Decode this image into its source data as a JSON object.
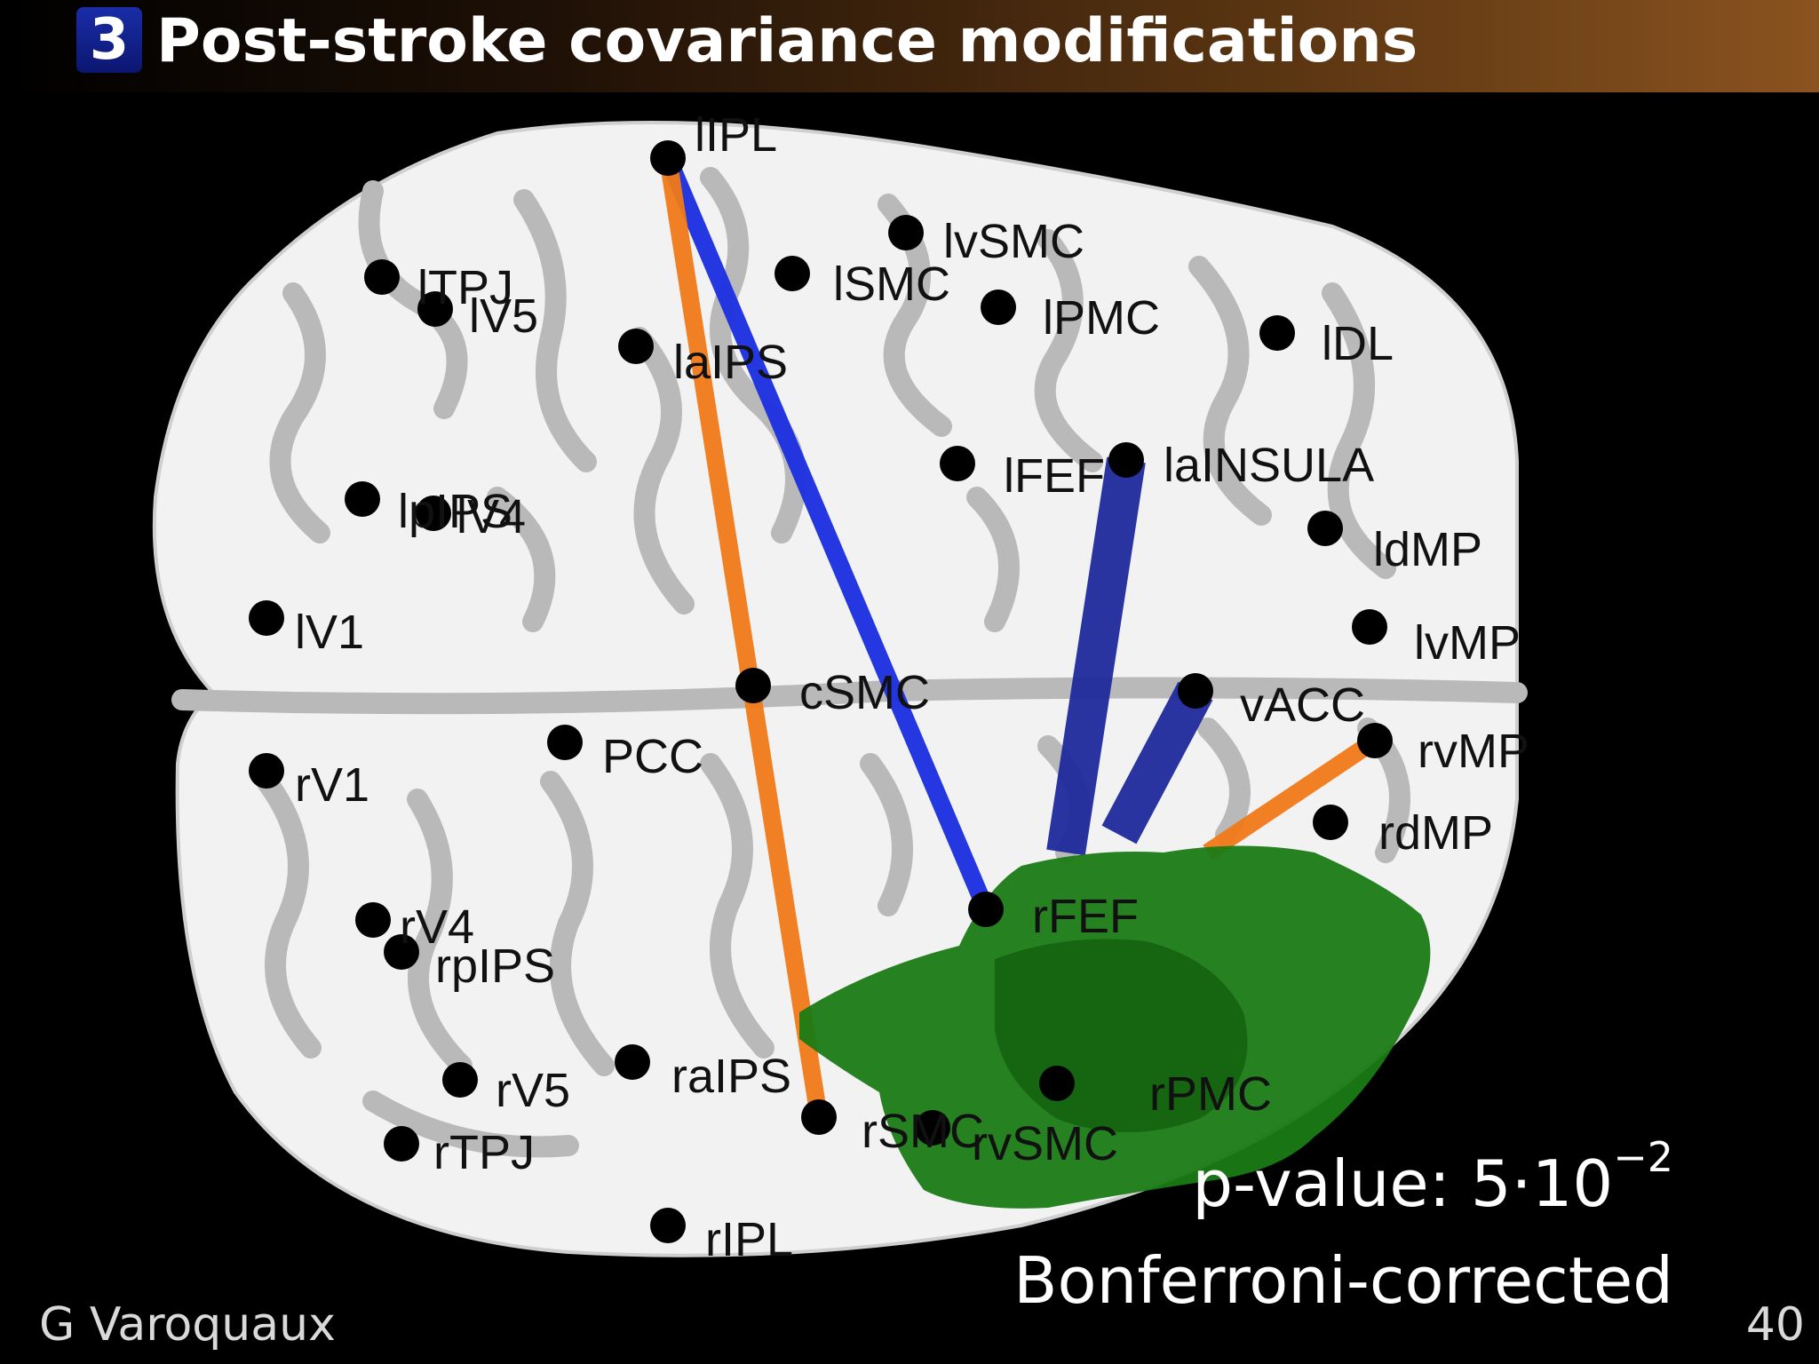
{
  "header": {
    "section_number": "3",
    "title": "Post-stroke covariance modifications"
  },
  "regions": [
    {
      "label": "lIPL",
      "side": "left"
    },
    {
      "label": "lvSMC",
      "side": "left"
    },
    {
      "label": "lTPJ",
      "side": "left"
    },
    {
      "label": "lV5",
      "side": "left"
    },
    {
      "label": "lSMC",
      "side": "left"
    },
    {
      "label": "lPMC",
      "side": "left"
    },
    {
      "label": "laIPS",
      "side": "left"
    },
    {
      "label": "lDL",
      "side": "left"
    },
    {
      "label": "lFEF",
      "side": "left"
    },
    {
      "label": "laINSULA",
      "side": "left"
    },
    {
      "label": "lpIPS",
      "side": "left"
    },
    {
      "label": "lV4",
      "side": "left"
    },
    {
      "label": "ldMP",
      "side": "left"
    },
    {
      "label": "lV1",
      "side": "left"
    },
    {
      "label": "lvMP",
      "side": "left"
    },
    {
      "label": "cSMC",
      "side": "center"
    },
    {
      "label": "vACC",
      "side": "center"
    },
    {
      "label": "PCC",
      "side": "center"
    },
    {
      "label": "rvMP",
      "side": "right"
    },
    {
      "label": "rV1",
      "side": "right"
    },
    {
      "label": "rdMP",
      "side": "right"
    },
    {
      "label": "rFEF",
      "side": "right"
    },
    {
      "label": "rV4",
      "side": "right"
    },
    {
      "label": "rpIPS",
      "side": "right"
    },
    {
      "label": "raIPS",
      "side": "right"
    },
    {
      "label": "rV5",
      "side": "right"
    },
    {
      "label": "rSMC",
      "side": "right"
    },
    {
      "label": "rPMC",
      "side": "right"
    },
    {
      "label": "rTPJ",
      "side": "right"
    },
    {
      "label": "rvSMC",
      "side": "right"
    },
    {
      "label": "rIPL",
      "side": "right"
    }
  ],
  "connections": [
    {
      "from": "lIPL",
      "to": "rFEF",
      "direction": "decrease",
      "color": "#1a2ee0"
    },
    {
      "from": "lIPL",
      "to": "rSMC",
      "direction": "increase",
      "color": "#f07a18"
    },
    {
      "from": "laINSULA",
      "to": "lesion",
      "direction": "decrease",
      "color": "#1f2a9c"
    },
    {
      "from": "vACC",
      "to": "lesion",
      "direction": "decrease",
      "color": "#1f2a9c"
    },
    {
      "from": "rvMP",
      "to": "lesion",
      "direction": "increase",
      "color": "#f07a18"
    }
  ],
  "lesion_color": "#1a7a14",
  "caption": {
    "pvalue_label": "p-value:  5·10",
    "pvalue_exponent": "−2",
    "correction": "Bonferroni-corrected"
  },
  "footer": {
    "author": "G Varoquaux",
    "page": "40"
  }
}
